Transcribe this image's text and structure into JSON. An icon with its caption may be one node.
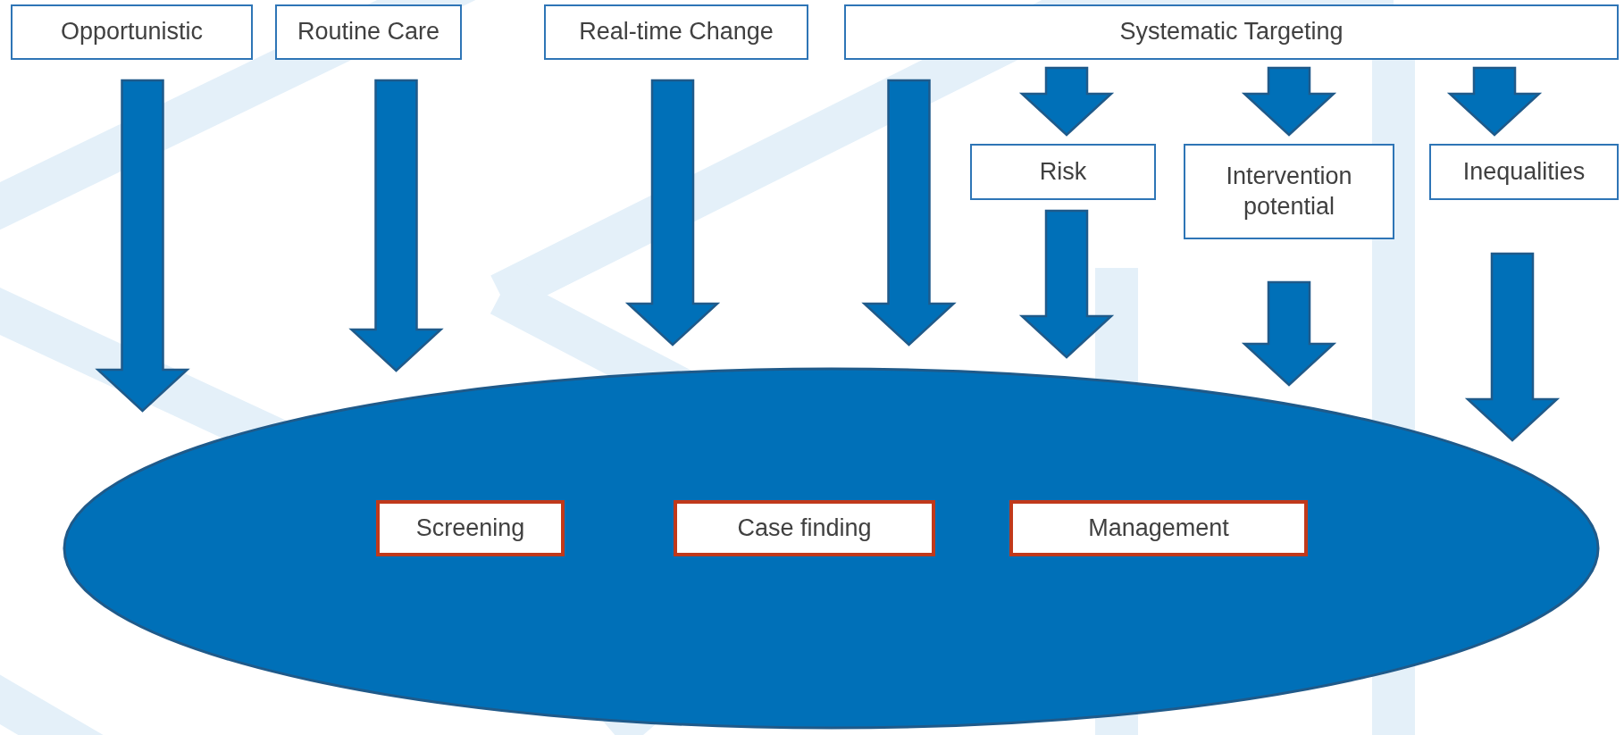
{
  "diagram": {
    "nodes": [
      {
        "text": [
          "Opportunistic"
        ]
      },
      {
        "text": [
          "Routine Care"
        ]
      },
      {
        "text": [
          "Real-time Change"
        ]
      },
      {
        "text": [
          "Systematic Targeting"
        ]
      },
      {
        "text": [
          "Risk"
        ]
      },
      {
        "text": [
          "Intervention potential"
        ]
      },
      {
        "text": [
          "Inequalities"
        ]
      },
      {
        "text": [],
        "shape": "ellipse"
      },
      {
        "text": [
          "Screening"
        ],
        "in": 7
      },
      {
        "text": [
          "Case finding"
        ],
        "in": 7
      },
      {
        "text": [
          "Management"
        ],
        "in": 7
      }
    ],
    "edges": [
      {
        "from": 0,
        "to": 7,
        "arrow": "to"
      },
      {
        "from": 1,
        "to": 7,
        "arrow": "to"
      },
      {
        "from": 2,
        "to": 7,
        "arrow": "to"
      },
      {
        "from": 3,
        "to": 7,
        "arrow": "to"
      },
      {
        "from": 3,
        "to": 4,
        "arrow": "to"
      },
      {
        "from": 3,
        "to": 5,
        "arrow": "to"
      },
      {
        "from": 3,
        "to": 6,
        "arrow": "to"
      },
      {
        "from": 4,
        "to": 7,
        "arrow": "to"
      },
      {
        "from": 5,
        "to": 7,
        "arrow": "to"
      },
      {
        "from": 6,
        "to": 7,
        "arrow": "to"
      }
    ]
  }
}
